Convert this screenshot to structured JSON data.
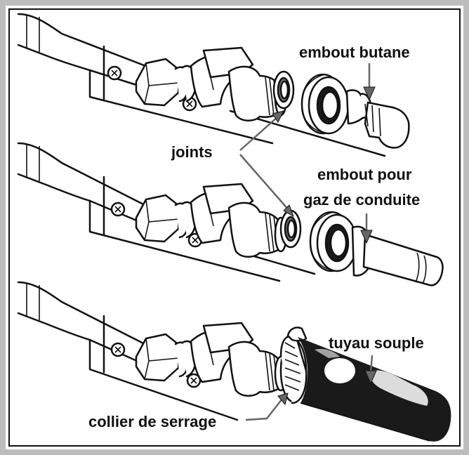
{
  "labels": {
    "embout_butane": "embout butane",
    "joints": "joints",
    "embout_pour_line1": "embout pour",
    "embout_pour_line2": "gaz de conduite",
    "tuyau_souple": "tuyau souple",
    "collier_de_serrage": "collier de serrage"
  },
  "colors": {
    "frame": "#bdbdbd",
    "ink": "#111111",
    "arrow": "#666666"
  }
}
